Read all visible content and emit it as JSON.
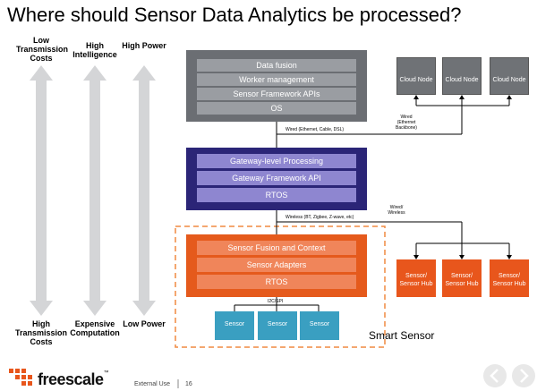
{
  "title": "Where should Sensor Data Analytics be processed?",
  "axis_labels": {
    "col1_top": "Low Transmission Costs",
    "col2_top": "High Intelligence",
    "col3_top": "High Power",
    "col1_bottom": "High Transmission Costs",
    "col2_bottom": "Expensive Computation",
    "col3_bottom": "Low Power"
  },
  "cloud_stack": [
    "Data fusion",
    "Worker management",
    "Sensor Framework APIs",
    "OS"
  ],
  "gateway_stack": [
    "Gateway-level Processing",
    "Gateway Framework API",
    "RTOS"
  ],
  "sensor_stack": [
    "Sensor Fusion and Context",
    "Sensor Adapters",
    "RTOS"
  ],
  "cloud_nodes": [
    "Cloud Node",
    "Cloud Node",
    "Cloud Node"
  ],
  "hubs": [
    "Sensor/ Sensor Hub",
    "Sensor/ Sensor Hub",
    "Sensor/ Sensor Hub"
  ],
  "sensors": [
    "Sensor",
    "Sensor",
    "Sensor"
  ],
  "connections": {
    "wired_main": "Wired (Ethernet, Cable, DSL)",
    "wired_cloud": "Wired (Ethernet Backbone)",
    "wireless_main": "Wireless (BT, Zigbee, Z-wave, etc)",
    "wired_wireless": "Wired/ Wireless",
    "bus": "I2C/SPI"
  },
  "smart_sensor_label": "Smart Sensor",
  "footer": {
    "logo": "freescale",
    "trademark": "™",
    "external_use": "External Use",
    "page_number": "16"
  },
  "colors": {
    "cloud_outer": "#6b6e73",
    "cloud_band": "#9a9da2",
    "gateway_outer": "#2b2577",
    "gateway_band": "#8e86d0",
    "sensor_outer": "#e55a1c",
    "sensor_band": "#f0855a",
    "sensor_blue": "#3a9fc1",
    "arrow_gray": "#d4d5d7",
    "dashed_orange": "#f08a40"
  }
}
